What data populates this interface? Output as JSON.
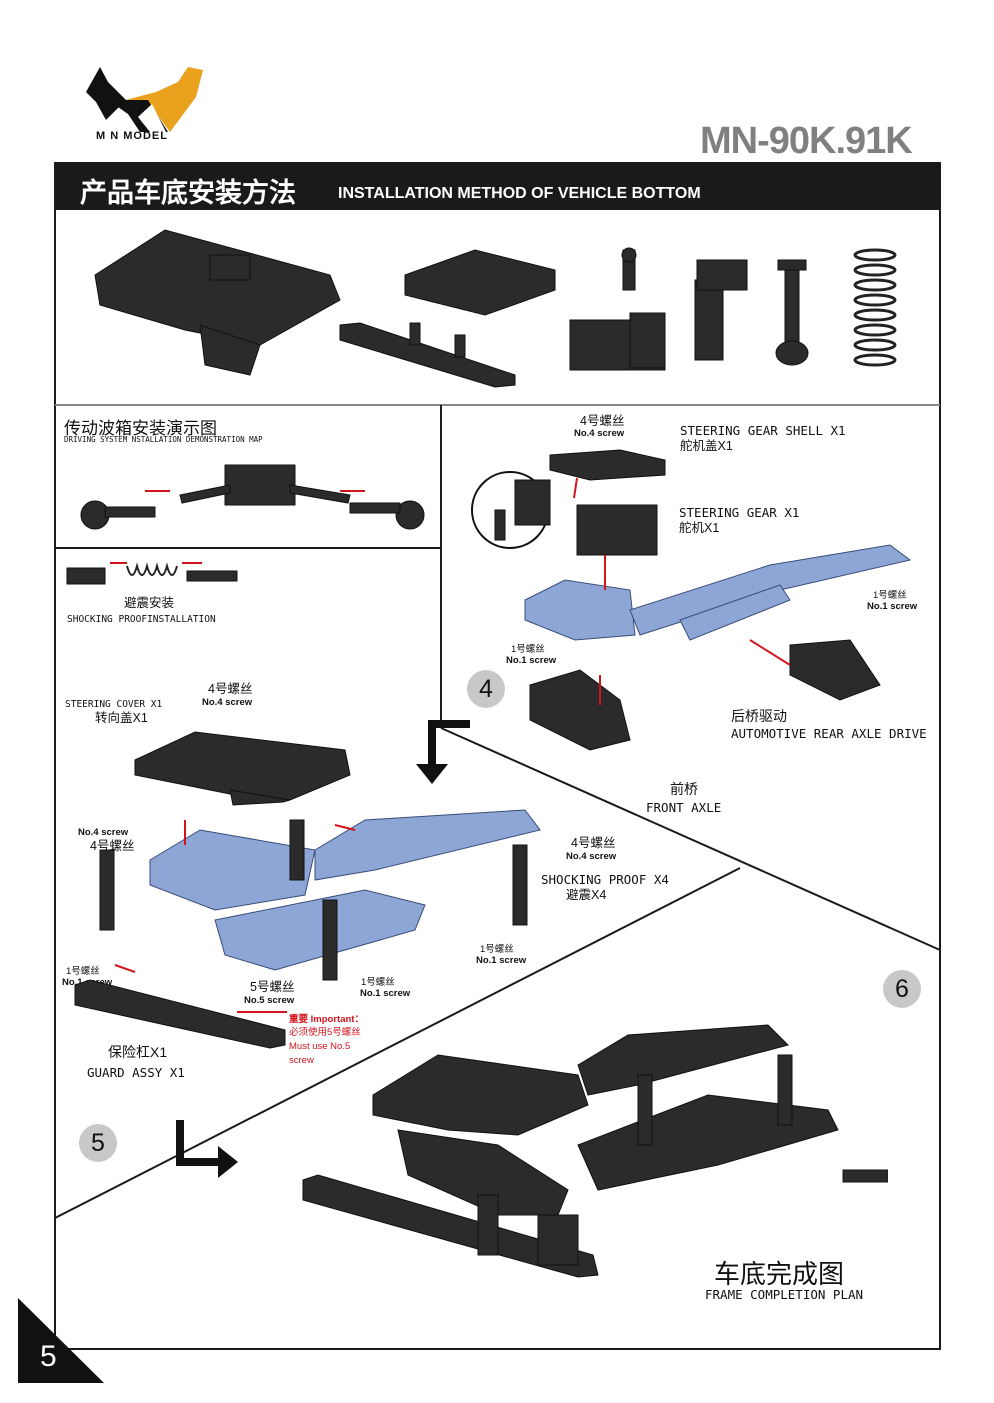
{
  "header": {
    "logo_text": "M N MODEL",
    "model_code": "MN-90K.91K",
    "title_cn": "产品车底安装方法",
    "title_en": "INSTALLATION METHOD OF VEHICLE BOTTOM"
  },
  "drive_demo": {
    "title_cn": "传动波箱安装演示图",
    "title_en": "DRIVING SYSTEM NSTALLATION DEMONSTRATION MAP"
  },
  "shock_install": {
    "label_cn": "避震安装",
    "label_en": "SHOCKING PROOFINSTALLATION"
  },
  "step4": {
    "number": "4",
    "screw4_cn": "4号螺丝",
    "screw4_en": "No.4 screw",
    "shell_en": "STEERING GEAR SHELL X1",
    "shell_cn": "舵机盖X1",
    "gear_en": "STEERING GEAR X1",
    "gear_cn": "舵机X1",
    "screw1_cn": "1号螺丝",
    "screw1_en": "No.1 screw",
    "screw1b_cn": "1号螺丝",
    "screw1b_en": "No.1 screw",
    "rear_cn": "后桥驱动",
    "rear_en": "AUTOMOTIVE REAR AXLE DRIVE",
    "front_cn": "前桥",
    "front_en": "FRONT AXLE"
  },
  "step5": {
    "number": "5",
    "cover_en": "STEERING COVER X1",
    "cover_cn": "转向盖X1",
    "screw4_cn": "4号螺丝",
    "screw4_en": "No.4 screw",
    "left_screw4_en": "No.4 screw",
    "left_screw4_cn": "4号螺丝",
    "right_screw4_cn": "4号螺丝",
    "right_screw4_en": "No.4 screw",
    "shock_en": "SHOCKING PROOF X4",
    "shock_cn": "避震X4",
    "mid_screw1_cn": "1号螺丝",
    "mid_screw1_en": "No.1 screw",
    "left_screw1_cn": "1号螺丝",
    "left_screw1_en": "No.1 screw",
    "bottom_screw1_cn": "1号螺丝",
    "bottom_screw1_en": "No.1 screw",
    "screw5_cn": "5号螺丝",
    "screw5_en": "No.5 screw",
    "important_title": "重要 Important：",
    "important_cn": "必须使用5号螺丝",
    "important_en1": "Must use No.5",
    "important_en2": "screw",
    "guard_cn": "保险杠X1",
    "guard_en": "GUARD ASSY X1"
  },
  "step6": {
    "number": "6",
    "done_cn": "车底完成图",
    "done_en": "FRAME COMPLETION PLAN"
  },
  "footer": {
    "page_number": "5"
  },
  "colors": {
    "title_bar": "#1a1a1a",
    "parts": "#2b2b2b",
    "frame_blue": "#8ea6d6",
    "step_circle": "#c8c8c8",
    "important_red": "#d4141c",
    "logo_gold": "#e9a11e"
  }
}
